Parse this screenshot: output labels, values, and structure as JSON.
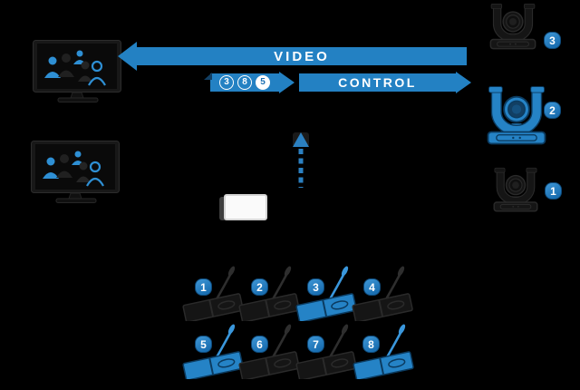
{
  "scene": {
    "background": "#000000",
    "accent": "#2381c3"
  },
  "flows": {
    "video": {
      "label": "VIDEO",
      "direction": "left"
    },
    "control": {
      "label": "CONTROL",
      "direction": "right"
    },
    "mic_queue": {
      "badges": [
        {
          "value": "3",
          "filled": false
        },
        {
          "value": "8",
          "filled": false
        },
        {
          "value": "5",
          "filled": true
        }
      ]
    }
  },
  "displays": [
    {
      "name": "conference-display-1"
    },
    {
      "name": "conference-display-2"
    }
  ],
  "cameras": [
    {
      "id": "3",
      "active": false
    },
    {
      "id": "2",
      "active": true
    },
    {
      "id": "1",
      "active": false
    }
  ],
  "microphones": [
    {
      "id": "1",
      "active": false
    },
    {
      "id": "2",
      "active": false
    },
    {
      "id": "3",
      "active": true
    },
    {
      "id": "4",
      "active": false
    },
    {
      "id": "5",
      "active": true
    },
    {
      "id": "6",
      "active": false
    },
    {
      "id": "7",
      "active": false
    },
    {
      "id": "8",
      "active": true
    }
  ]
}
